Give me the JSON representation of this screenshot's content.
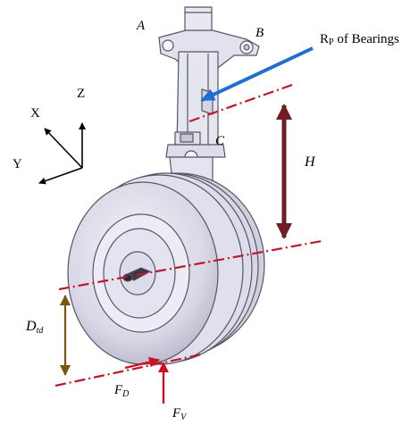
{
  "labels": {
    "point_a": "A",
    "point_b": "B",
    "point_c": "C",
    "rp_main": "R",
    "rp_sub": "P",
    "rp_tail": " of Bearings",
    "height": "H",
    "axis_x": "X",
    "axis_y": "Y",
    "axis_z": "Z",
    "dtd_main": "D",
    "dtd_sub": "td",
    "fd_main": "F",
    "fd_sub": "D",
    "fv_main": "F",
    "fv_sub": "V"
  },
  "colors": {
    "centerline": "#c0182a",
    "dimension_arrow": "#6e1e22",
    "pointer_arrow": "#1f6fd0",
    "force_arrow": "#d01020",
    "dtd_arrow": "#7a5410",
    "gear_fill": "#e4e4f0",
    "gear_stroke": "#555566"
  }
}
